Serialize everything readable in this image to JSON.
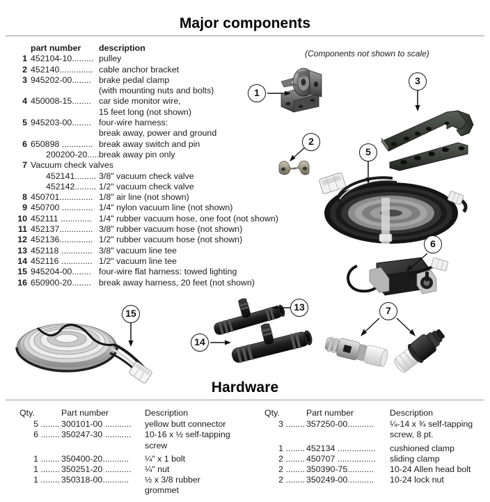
{
  "sections": {
    "major_title": "Major components",
    "hardware_title": "Hardware"
  },
  "note": "(Components not shown to scale)",
  "parts_header": {
    "part_number": "part number",
    "description": "description"
  },
  "parts": [
    {
      "num": "1",
      "pn": "452104-10",
      "dots": ".........",
      "desc": "pulley"
    },
    {
      "num": "2",
      "pn": "452140",
      "dots": "..............",
      "desc": "cable anchor bracket"
    },
    {
      "num": "3",
      "pn": "945202-00",
      "dots": "........",
      "desc": "brake pedal clamp"
    },
    {
      "num": "",
      "pn": "",
      "dots": "",
      "desc": "(with mounting nuts and bolts)",
      "cont": true
    },
    {
      "num": "4",
      "pn": "450008-15",
      "dots": "........",
      "desc": "car side monitor wire,"
    },
    {
      "num": "",
      "pn": "",
      "dots": "",
      "desc": "15 feet long (not shown)",
      "cont": true
    },
    {
      "num": "5",
      "pn": "945203-00",
      "dots": "........",
      "desc": "four-wire harness:"
    },
    {
      "num": "",
      "pn": "",
      "dots": "",
      "desc": "break away, power and ground",
      "cont": true
    },
    {
      "num": "6",
      "pn": "650898",
      "dots": " .............",
      "desc": "break away switch and pin"
    },
    {
      "num": "",
      "pn": "200200-20",
      "dots": ".......",
      "desc": "break away pin only",
      "indent": true
    },
    {
      "num": "7",
      "pn": "Vacuum check valves",
      "dots": "",
      "desc": "",
      "wide": true
    },
    {
      "num": "",
      "pn": "452141",
      "dots": ".........",
      "desc": "3/8\" vacuum check valve",
      "indent": true
    },
    {
      "num": "",
      "pn": "452142",
      "dots": ".........",
      "desc": "1/2\" vacuum check valve",
      "indent": true
    },
    {
      "num": "8",
      "pn": "450701",
      "dots": "..............",
      "desc": "1/8\" air line (not shown)"
    },
    {
      "num": "9",
      "pn": "450700",
      "dots": " .............",
      "desc": "1/4\" nylon vacuum line (not shown)"
    },
    {
      "num": "10",
      "pn": "452111",
      "dots": " .............",
      "desc": "1/4\" rubber vacuum hose, one foot (not shown)"
    },
    {
      "num": "11",
      "pn": "452137",
      "dots": "..............",
      "desc": "3/8\" rubber vacuum hose (not shown)"
    },
    {
      "num": "12",
      "pn": "452136",
      "dots": "..............",
      "desc": "1/2\" rubber vacuum hose (not shown)"
    },
    {
      "num": "13",
      "pn": "452118",
      "dots": " .............",
      "desc": "3/8\" vacuum line tee"
    },
    {
      "num": "14",
      "pn": "452116",
      "dots": " .............",
      "desc": "1/2\" vacuum line tee"
    },
    {
      "num": "15",
      "pn": "945204-00",
      "dots": "........",
      "desc": "four-wire flat harness: towed lighting"
    },
    {
      "num": "16",
      "pn": "650900-20",
      "dots": "........",
      "desc": "break away harness, 20 feet (not shown)"
    }
  ],
  "callouts": [
    {
      "id": "1",
      "label": "1"
    },
    {
      "id": "2",
      "label": "2"
    },
    {
      "id": "3",
      "label": "3"
    },
    {
      "id": "5",
      "label": "5"
    },
    {
      "id": "6",
      "label": "6"
    },
    {
      "id": "7",
      "label": "7"
    },
    {
      "id": "13",
      "label": "13"
    },
    {
      "id": "14",
      "label": "14"
    },
    {
      "id": "15",
      "label": "15"
    }
  ],
  "hardware_header": {
    "qty": "Qty.",
    "part_number": "Part number",
    "description": "Description"
  },
  "hardware_left": [
    {
      "qty": "5",
      "qdots": " ........",
      "pn": "300101-00",
      "pdots": " ...........",
      "desc": "yellow butt connector"
    },
    {
      "qty": "6",
      "qdots": " ........",
      "pn": "350247-30",
      "pdots": " ...........",
      "desc": "10-16 x ½ self-tapping"
    },
    {
      "qty": "",
      "qdots": "",
      "pn": "",
      "pdots": "",
      "desc": "screw",
      "cont": true
    },
    {
      "qty": "1",
      "qdots": " ........",
      "pn": "350400-20",
      "pdots": "...........",
      "desc": "¼\" x 1 bolt",
      "gap": true
    },
    {
      "qty": "1",
      "qdots": " ........",
      "pn": "350251-20",
      "pdots": " ...........",
      "desc": "¼\" nut"
    },
    {
      "qty": "1",
      "qdots": " ........",
      "pn": "350318-00",
      "pdots": "...........",
      "desc": "½ x 3/8 rubber"
    },
    {
      "qty": "",
      "qdots": "",
      "pn": "",
      "pdots": "",
      "desc": "grommet",
      "cont": true
    }
  ],
  "hardware_right": [
    {
      "qty": "3",
      "qdots": " ........",
      "pn": "357250-00",
      "pdots": "...........",
      "desc": "¼-14 x ¾ self-tapping"
    },
    {
      "qty": "",
      "qdots": "",
      "pn": "",
      "pdots": "",
      "desc": "screw, 8 pt.",
      "cont": true
    },
    {
      "qty": "1",
      "qdots": " ........",
      "pn": "452134",
      "pdots": " ................",
      "desc": "cushioned clamp",
      "gap": true
    },
    {
      "qty": "2",
      "qdots": " ........",
      "pn": "450707",
      "pdots": " ................",
      "desc": "sliding clamp"
    },
    {
      "qty": "2",
      "qdots": " ........",
      "pn": "350390-75",
      "pdots": "...........",
      "desc": "10-24 Allen head bolt"
    },
    {
      "qty": "2",
      "qdots": " ........",
      "pn": "350249-00",
      "pdots": "...........",
      "desc": "10-24 lock nut"
    }
  ],
  "illustrations": {
    "pulley": "pulley-illustration",
    "cable_anchor_bracket": "cable-anchor-bracket-illustration",
    "brake_pedal_clamp": "brake-pedal-clamp-illustration",
    "four_wire_harness": "four-wire-harness-illustration",
    "break_away_switch": "break-away-switch-illustration",
    "vacuum_check_valves": "vacuum-check-valves-illustration",
    "vacuum_line_tee_38": "vacuum-line-tee-38-illustration",
    "vacuum_line_tee_12": "vacuum-line-tee-12-illustration",
    "flat_harness_coil": "flat-harness-coil-illustration"
  },
  "colors": {
    "rule": "#9a9a9a",
    "text": "#1a1a1a",
    "metal_dark": "#3a3a3a",
    "metal_light": "#b9b9b9",
    "plastic_white": "#e8e8e8"
  }
}
